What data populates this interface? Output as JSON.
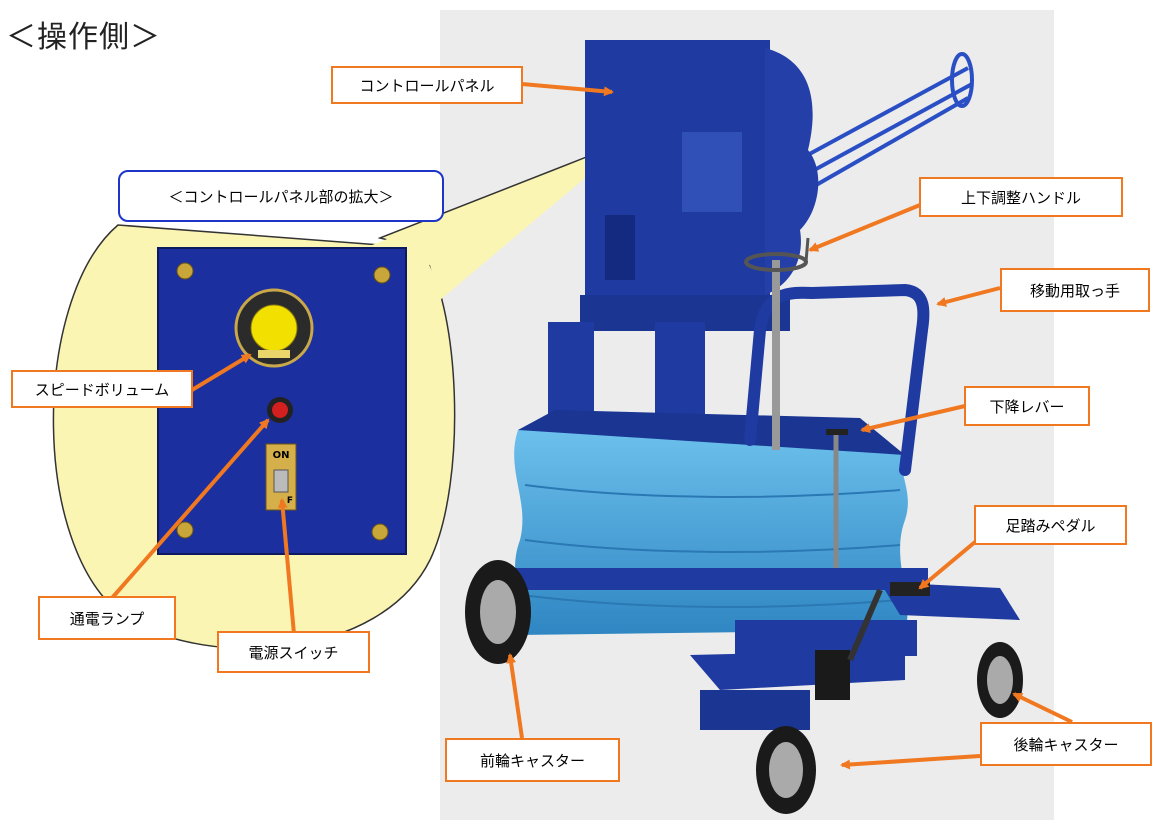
{
  "title": "＜操作側＞",
  "zoom_caption": "＜コントロールパネル部の拡大＞",
  "panel": {
    "switch_on": "ON",
    "switch_off": "F"
  },
  "labels": {
    "control_panel": "コントロールパネル",
    "speed_volume": "スピードボリューム",
    "power_lamp": "通電ランプ",
    "power_switch": "電源スイッチ",
    "height_handle": "上下調整ハンドル",
    "move_handle": "移動用取っ手",
    "lower_lever": "下降レバー",
    "foot_pedal": "足踏みペダル",
    "front_caster": "前輪キャスター",
    "rear_caster": "後輪キャスター"
  },
  "colors": {
    "callout_border": "#f07820",
    "caption_border": "#1f35c7",
    "zoom_fill": "#fbf5b4",
    "machine_blue": "#1f3aa0",
    "bellows_blue": "#4fa8dc"
  }
}
